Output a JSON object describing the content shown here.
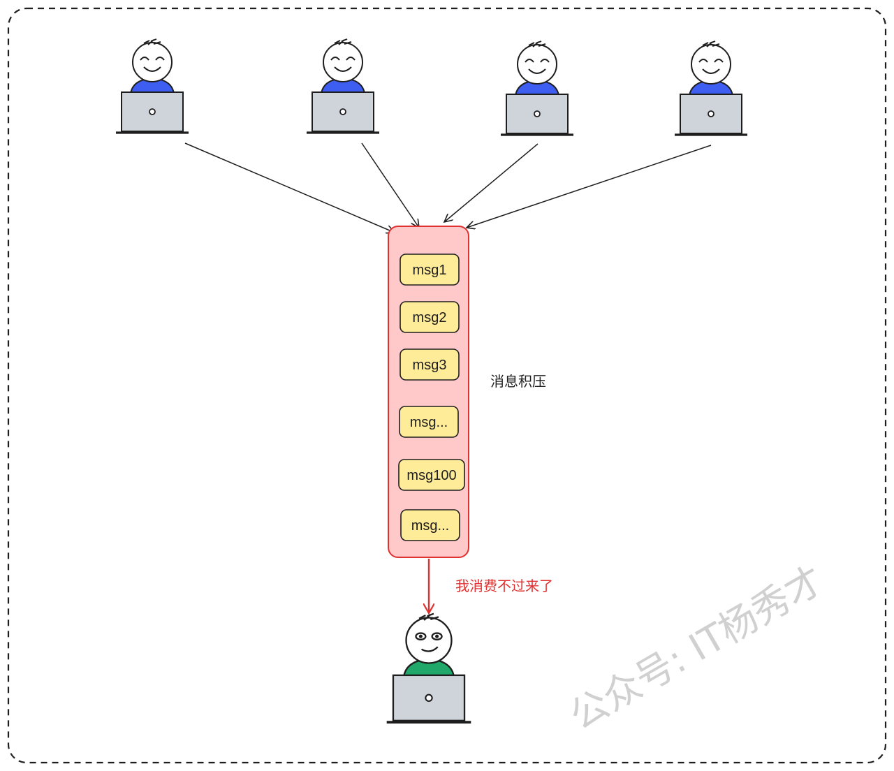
{
  "producers": [
    {
      "role": "producer"
    },
    {
      "role": "producer"
    },
    {
      "role": "producer"
    },
    {
      "role": "producer"
    }
  ],
  "queue": {
    "messages": [
      "msg1",
      "msg2",
      "msg3",
      "msg...",
      "msg100",
      "msg..."
    ],
    "label": "消息积压"
  },
  "consumer": {
    "label": "我消费不过来了"
  },
  "watermark": "公众号: IT杨秀才",
  "colors": {
    "producer_shirt": "#3d5ef0",
    "consumer_shirt": "#1fa86a",
    "laptop": "#cfd3da",
    "queue_fill": "#ffc9c9",
    "queue_stroke": "#e03131",
    "message_fill": "#ffec99",
    "consume_label": "#e03131"
  }
}
